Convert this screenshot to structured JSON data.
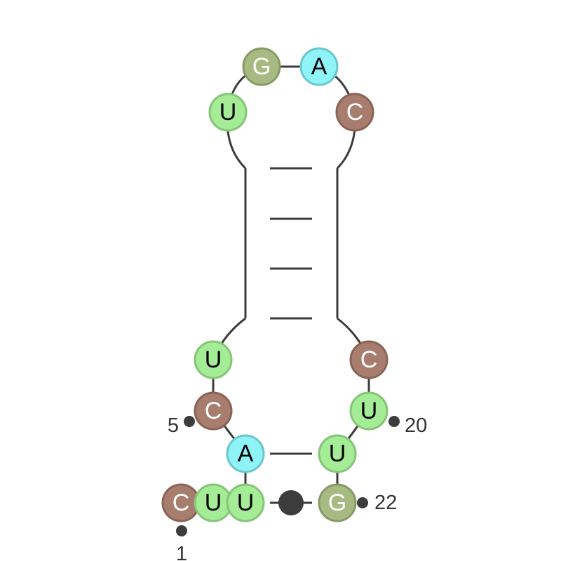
{
  "colors": {
    "A": "#8ef4f8",
    "U": "#a5ec96",
    "G": "#a6ba82",
    "C": "#a77d6e",
    "backbone": "#3c3c3c",
    "text_dark": "#000000",
    "text_light": "#ffffff"
  },
  "nucleotides": [
    {
      "id": "n1",
      "base": "C"
    },
    {
      "id": "n2",
      "base": "U"
    },
    {
      "id": "n3",
      "base": "U"
    },
    {
      "id": "n4",
      "base": "A"
    },
    {
      "id": "n5",
      "base": "C"
    },
    {
      "id": "n6",
      "base": "U"
    },
    {
      "id": "n11",
      "base": "U"
    },
    {
      "id": "n12",
      "base": "G"
    },
    {
      "id": "n13",
      "base": "A"
    },
    {
      "id": "n14",
      "base": "C"
    },
    {
      "id": "n19",
      "base": "C"
    },
    {
      "id": "n20",
      "base": "U"
    },
    {
      "id": "n21",
      "base": "U"
    },
    {
      "id": "n22",
      "base": "G"
    }
  ],
  "position_labels": [
    {
      "id": "l1",
      "text": "1"
    },
    {
      "id": "l5",
      "text": "5"
    },
    {
      "id": "l20",
      "text": "20"
    },
    {
      "id": "l22",
      "text": "22"
    }
  ]
}
